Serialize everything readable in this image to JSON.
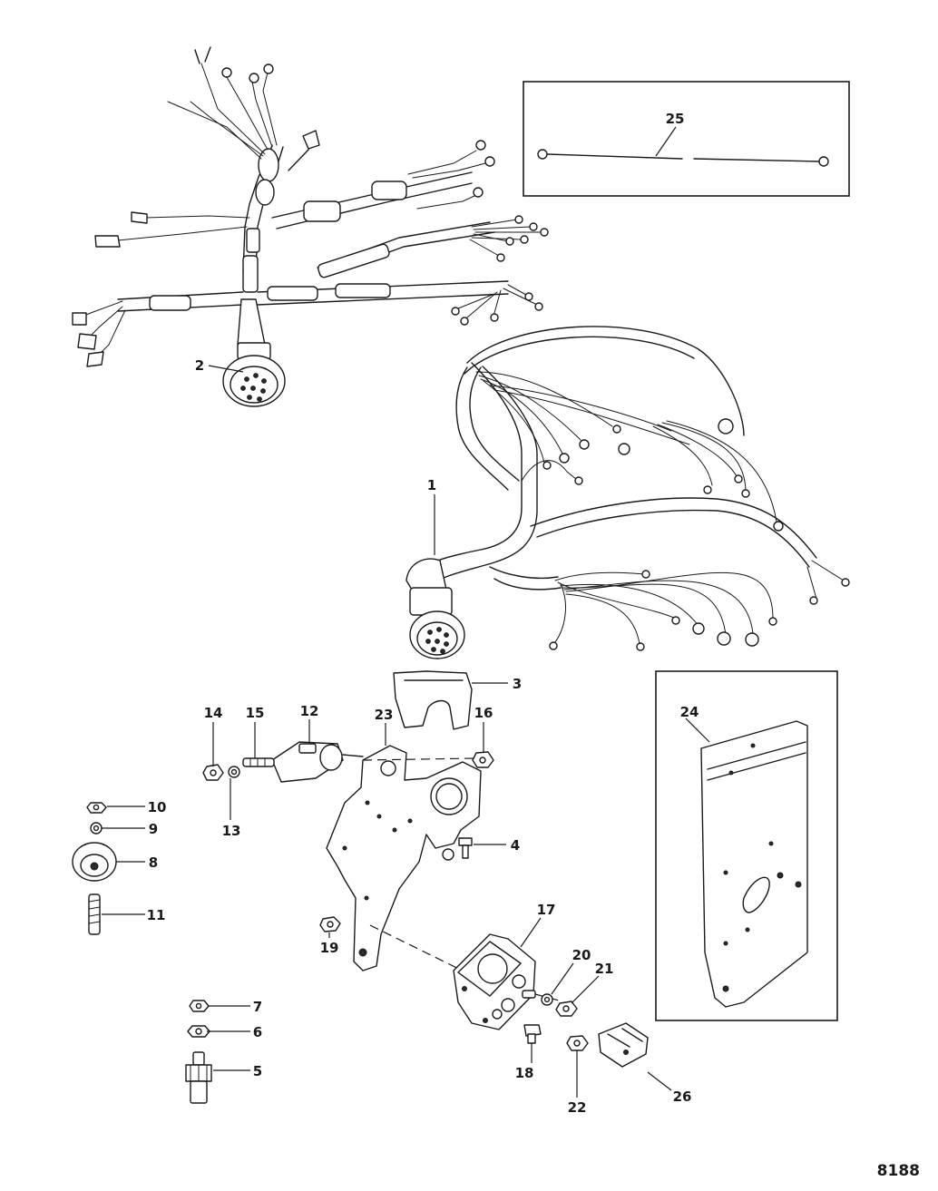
{
  "figure_number": "8188",
  "callouts": {
    "c1": "1",
    "c2": "2",
    "c3": "3",
    "c4": "4",
    "c5": "5",
    "c6": "6",
    "c7": "7",
    "c8": "8",
    "c9": "9",
    "c10": "10",
    "c11": "11",
    "c12": "12",
    "c13": "13",
    "c14": "14",
    "c15": "15",
    "c16": "16",
    "c17": "17",
    "c18": "18",
    "c19": "19",
    "c20": "20",
    "c21": "21",
    "c22": "22",
    "c23": "23",
    "c24": "24",
    "c25": "25",
    "c26": "26"
  }
}
